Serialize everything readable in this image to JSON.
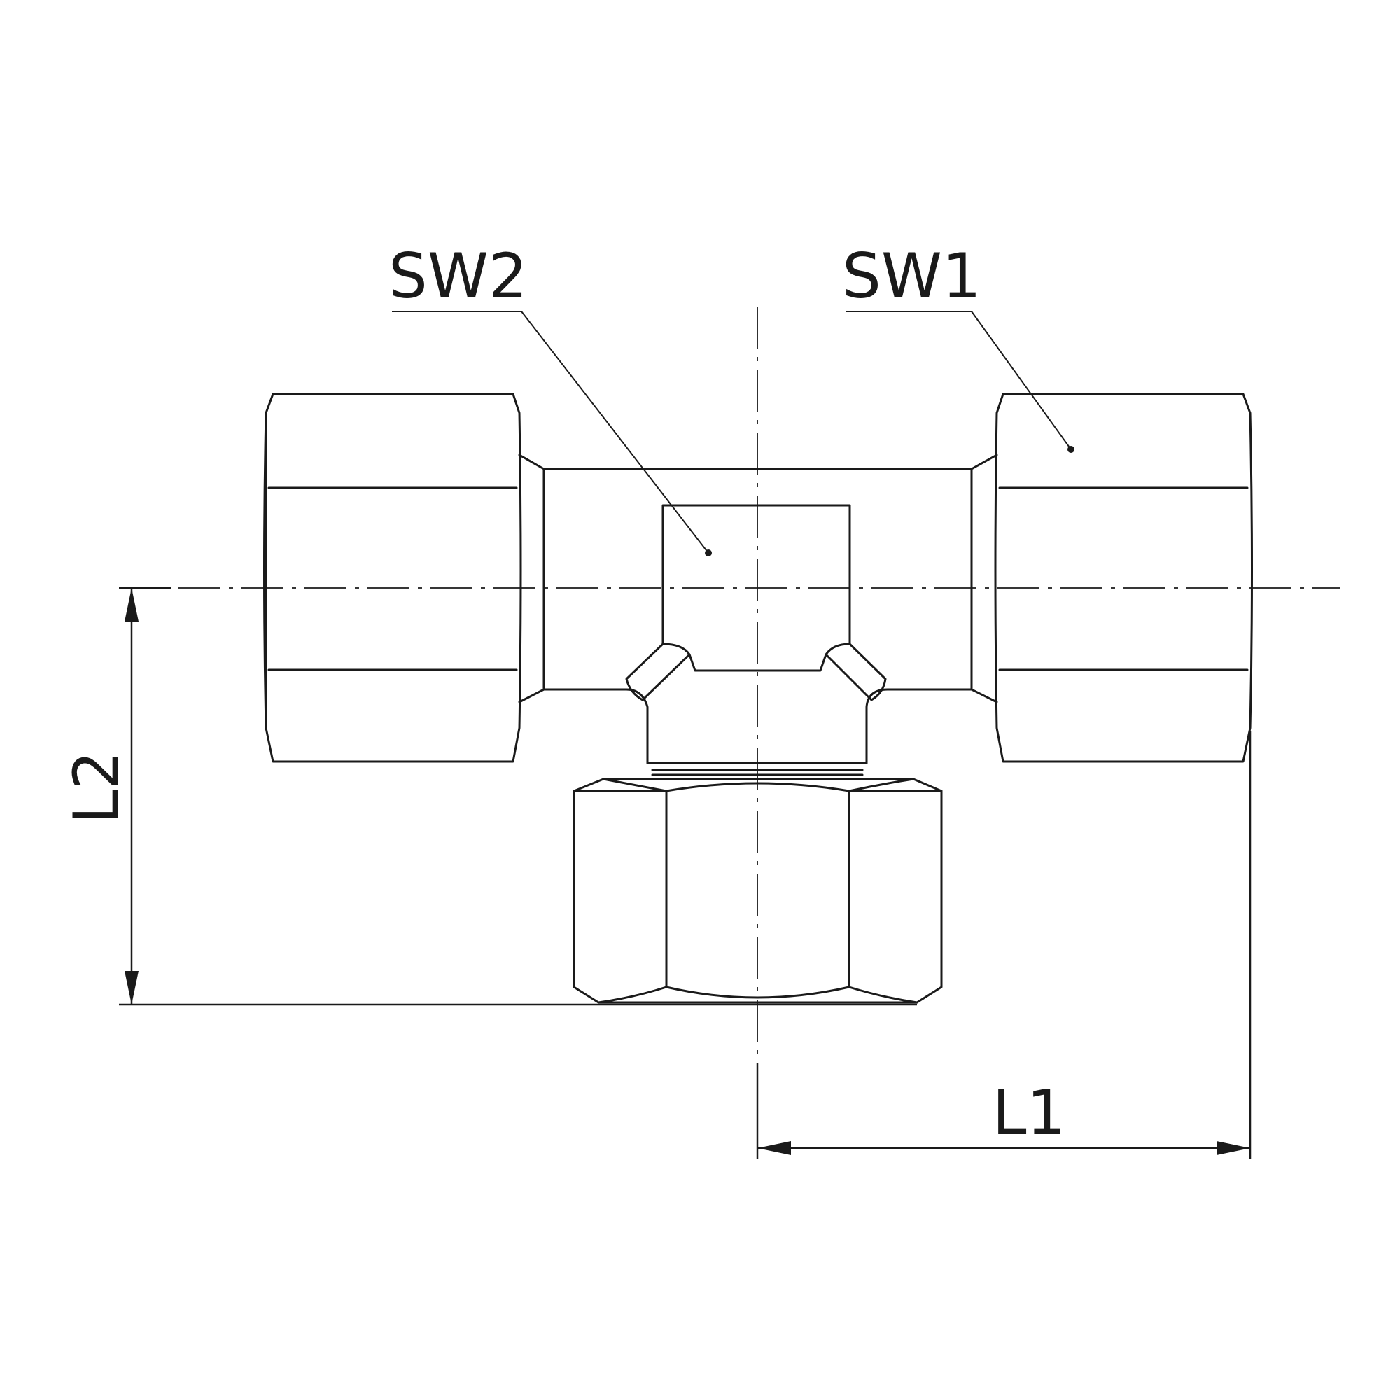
{
  "labels": {
    "sw1": "SW1",
    "sw2": "SW2",
    "l1": "L1",
    "l2": "L2"
  },
  "colors": {
    "line": "#1a1a1a",
    "background": "#ffffff"
  }
}
